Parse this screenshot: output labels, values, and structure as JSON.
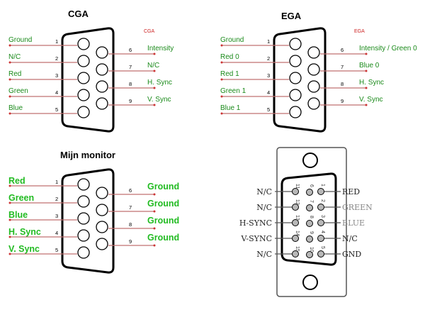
{
  "cga": {
    "title": "CGA",
    "tag": "CGA",
    "left": [
      {
        "num": "1",
        "label": "Ground"
      },
      {
        "num": "2",
        "label": "N/C"
      },
      {
        "num": "3",
        "label": "Red"
      },
      {
        "num": "4",
        "label": "Green"
      },
      {
        "num": "5",
        "label": "Blue"
      }
    ],
    "right": [
      {
        "num": "6",
        "label": "Intensity"
      },
      {
        "num": "7",
        "label": "N/C"
      },
      {
        "num": "8",
        "label": "H. Sync"
      },
      {
        "num": "9",
        "label": "V. Sync"
      }
    ]
  },
  "ega": {
    "title": "EGA",
    "tag": "EGA",
    "left": [
      {
        "num": "1",
        "label": "Ground"
      },
      {
        "num": "2",
        "label": "Red 0"
      },
      {
        "num": "3",
        "label": "Red 1"
      },
      {
        "num": "4",
        "label": "Green 1"
      },
      {
        "num": "5",
        "label": "Blue 1"
      }
    ],
    "right": [
      {
        "num": "6",
        "label": "Intensity / Green 0"
      },
      {
        "num": "7",
        "label": "Blue 0"
      },
      {
        "num": "8",
        "label": "H. Sync"
      },
      {
        "num": "9",
        "label": "V. Sync"
      }
    ]
  },
  "mine": {
    "title": "Mijn monitor",
    "left": [
      {
        "num": "1",
        "label": "Red"
      },
      {
        "num": "2",
        "label": "Green"
      },
      {
        "num": "3",
        "label": "Blue"
      },
      {
        "num": "4",
        "label": "H. Sync"
      },
      {
        "num": "5",
        "label": "V. Sync"
      }
    ],
    "right": [
      {
        "num": "6",
        "label": "Ground"
      },
      {
        "num": "7",
        "label": "Ground"
      },
      {
        "num": "8",
        "label": "Ground"
      },
      {
        "num": "9",
        "label": "Ground"
      }
    ]
  },
  "vga": {
    "left": [
      "N/C",
      "N/C",
      "H-SYNC",
      "V-SYNC",
      "N/C"
    ],
    "right": [
      "RED",
      "GREEN",
      "BLUE",
      "N/C",
      "GND"
    ],
    "col1": [
      "11",
      "12",
      "13",
      "14",
      "15"
    ],
    "col2": [
      "6",
      "7",
      "8",
      "9",
      "10"
    ],
    "col3": [
      "1",
      "2",
      "3",
      "4",
      "5"
    ]
  },
  "colors": {
    "label": "#1a8a1a",
    "label_bright": "#22bb22",
    "tag": "#cc2222",
    "wire": "#c07070"
  }
}
